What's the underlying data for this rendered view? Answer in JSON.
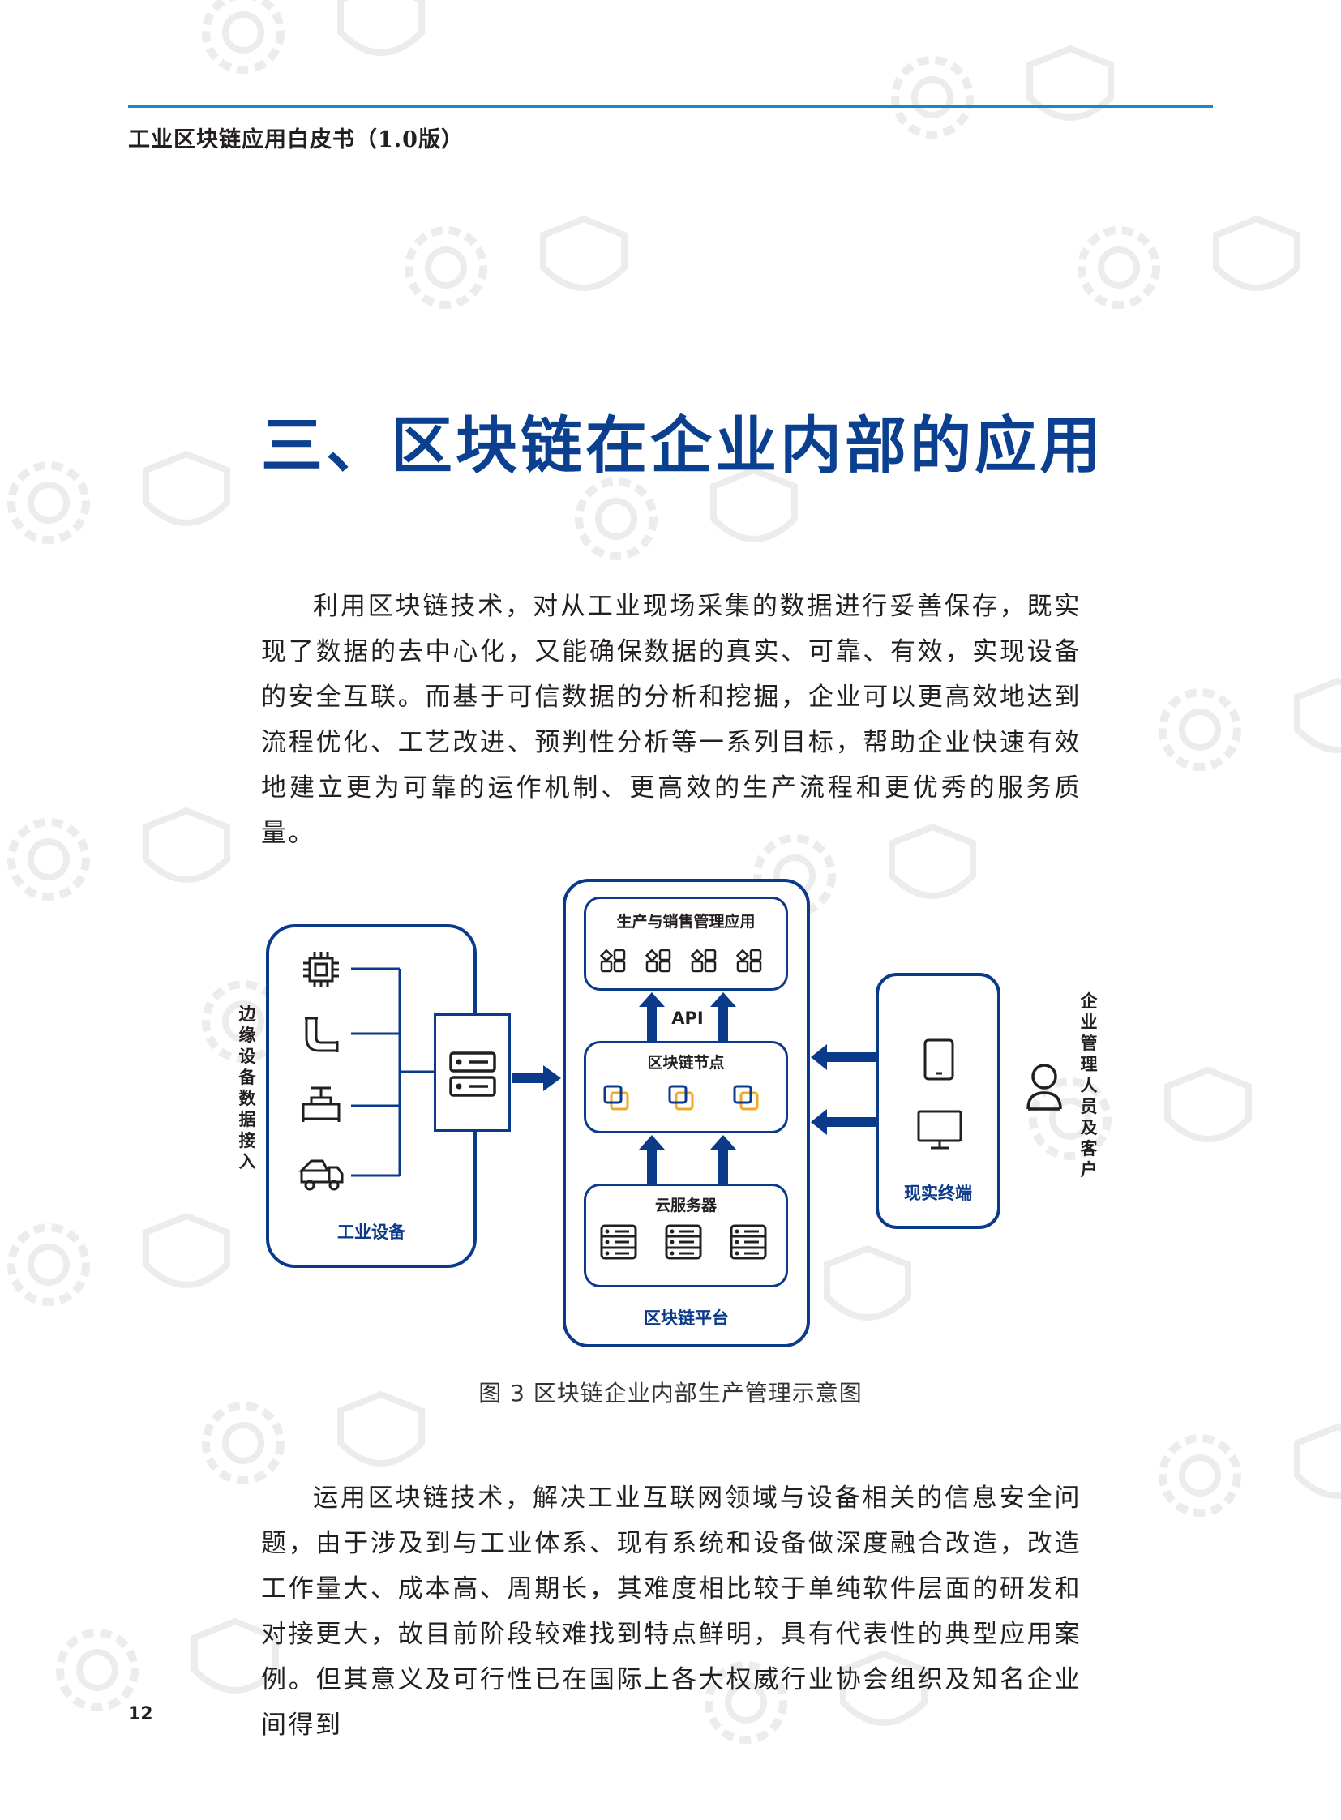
{
  "header": {
    "title": "工业区块链应用白皮书（1.0版）"
  },
  "chapter": {
    "title": "三、区块链在企业内部的应用"
  },
  "paragraphs": {
    "p1": "利用区块链技术，对从工业现场采集的数据进行妥善保存，既实现了数据的去中心化，又能确保数据的真实、可靠、有效，实现设备的安全互联。而基于可信数据的分析和挖掘，企业可以更高效地达到流程优化、工艺改进、预判性分析等一系列目标，帮助企业快速有效地建立更为可靠的运作机制、更高效的生产流程和更优秀的服务质量。",
    "p2": "运用区块链技术，解决工业互联网领域与设备相关的信息安全问题，由于涉及到与工业体系、现有系统和设备做深度融合改造，改造工作量大、成本高、周期长，其难度相比较于单纯软件层面的研发和对接更大，故目前阶段较难找到特点鲜明，具有代表性的典型应用案例。但其意义及可行性已在国际上各大权威行业协会组织及知名企业间得到"
  },
  "diagram": {
    "edge_label": [
      "边",
      "缘",
      "设",
      "备",
      "数",
      "据",
      "接",
      "入"
    ],
    "industrial_equipment": "工业设备",
    "platform": {
      "label": "区块链平台",
      "app_box": "生产与销售管理应用",
      "api": "API",
      "node_box": "区块链节点",
      "cloud_box": "云服务器"
    },
    "terminals": "现实终端",
    "people_label": [
      "企",
      "业",
      "管",
      "理",
      "人",
      "员",
      "及",
      "客",
      "户"
    ],
    "icons": [
      "chip-icon",
      "pipe-icon",
      "valve-icon",
      "truck-icon",
      "server-icon",
      "app-grid-icon",
      "node-icon",
      "cloud-server-icon",
      "tablet-icon",
      "monitor-icon",
      "person-icon"
    ],
    "colors": {
      "primary": "#0b3a8a",
      "accent": "#f5a623",
      "rule": "#1b86c8",
      "title": "#0b3f8f"
    }
  },
  "figure_caption": "图 3 区块链企业内部生产管理示意图",
  "page_number": "12"
}
